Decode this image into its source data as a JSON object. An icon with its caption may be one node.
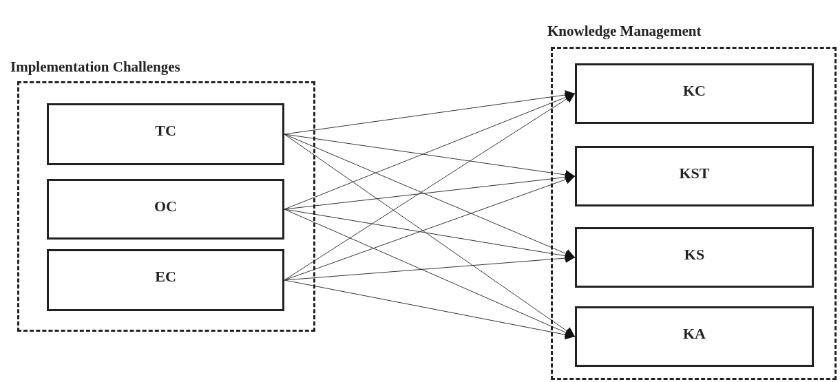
{
  "diagram": {
    "nodes": [
      {
        "text": [
          "Implementation Challenges"
        ]
      },
      {
        "text": [
          "TC"
        ],
        "in": 0
      },
      {
        "text": [
          "OC"
        ],
        "in": 0
      },
      {
        "text": [
          "EC"
        ],
        "in": 0
      },
      {
        "text": [
          "Knowledge Management"
        ]
      },
      {
        "text": [
          "KC"
        ],
        "in": 4
      },
      {
        "text": [
          "KST"
        ],
        "in": 4
      },
      {
        "text": [
          "KS"
        ],
        "in": 4
      },
      {
        "text": [
          "KA"
        ],
        "in": 4
      }
    ],
    "edges": [
      {
        "from": 1,
        "to": 5,
        "arrow": "to"
      },
      {
        "from": 1,
        "to": 6,
        "arrow": "to"
      },
      {
        "from": 1,
        "to": 7,
        "arrow": "to"
      },
      {
        "from": 1,
        "to": 8,
        "arrow": "to"
      },
      {
        "from": 2,
        "to": 5,
        "arrow": "to"
      },
      {
        "from": 2,
        "to": 6,
        "arrow": "to"
      },
      {
        "from": 2,
        "to": 7,
        "arrow": "to"
      },
      {
        "from": 2,
        "to": 8,
        "arrow": "to"
      },
      {
        "from": 3,
        "to": 5,
        "arrow": "to"
      },
      {
        "from": 3,
        "to": 6,
        "arrow": "to"
      },
      {
        "from": 3,
        "to": 7,
        "arrow": "to"
      },
      {
        "from": 3,
        "to": 8,
        "arrow": "to"
      }
    ]
  }
}
